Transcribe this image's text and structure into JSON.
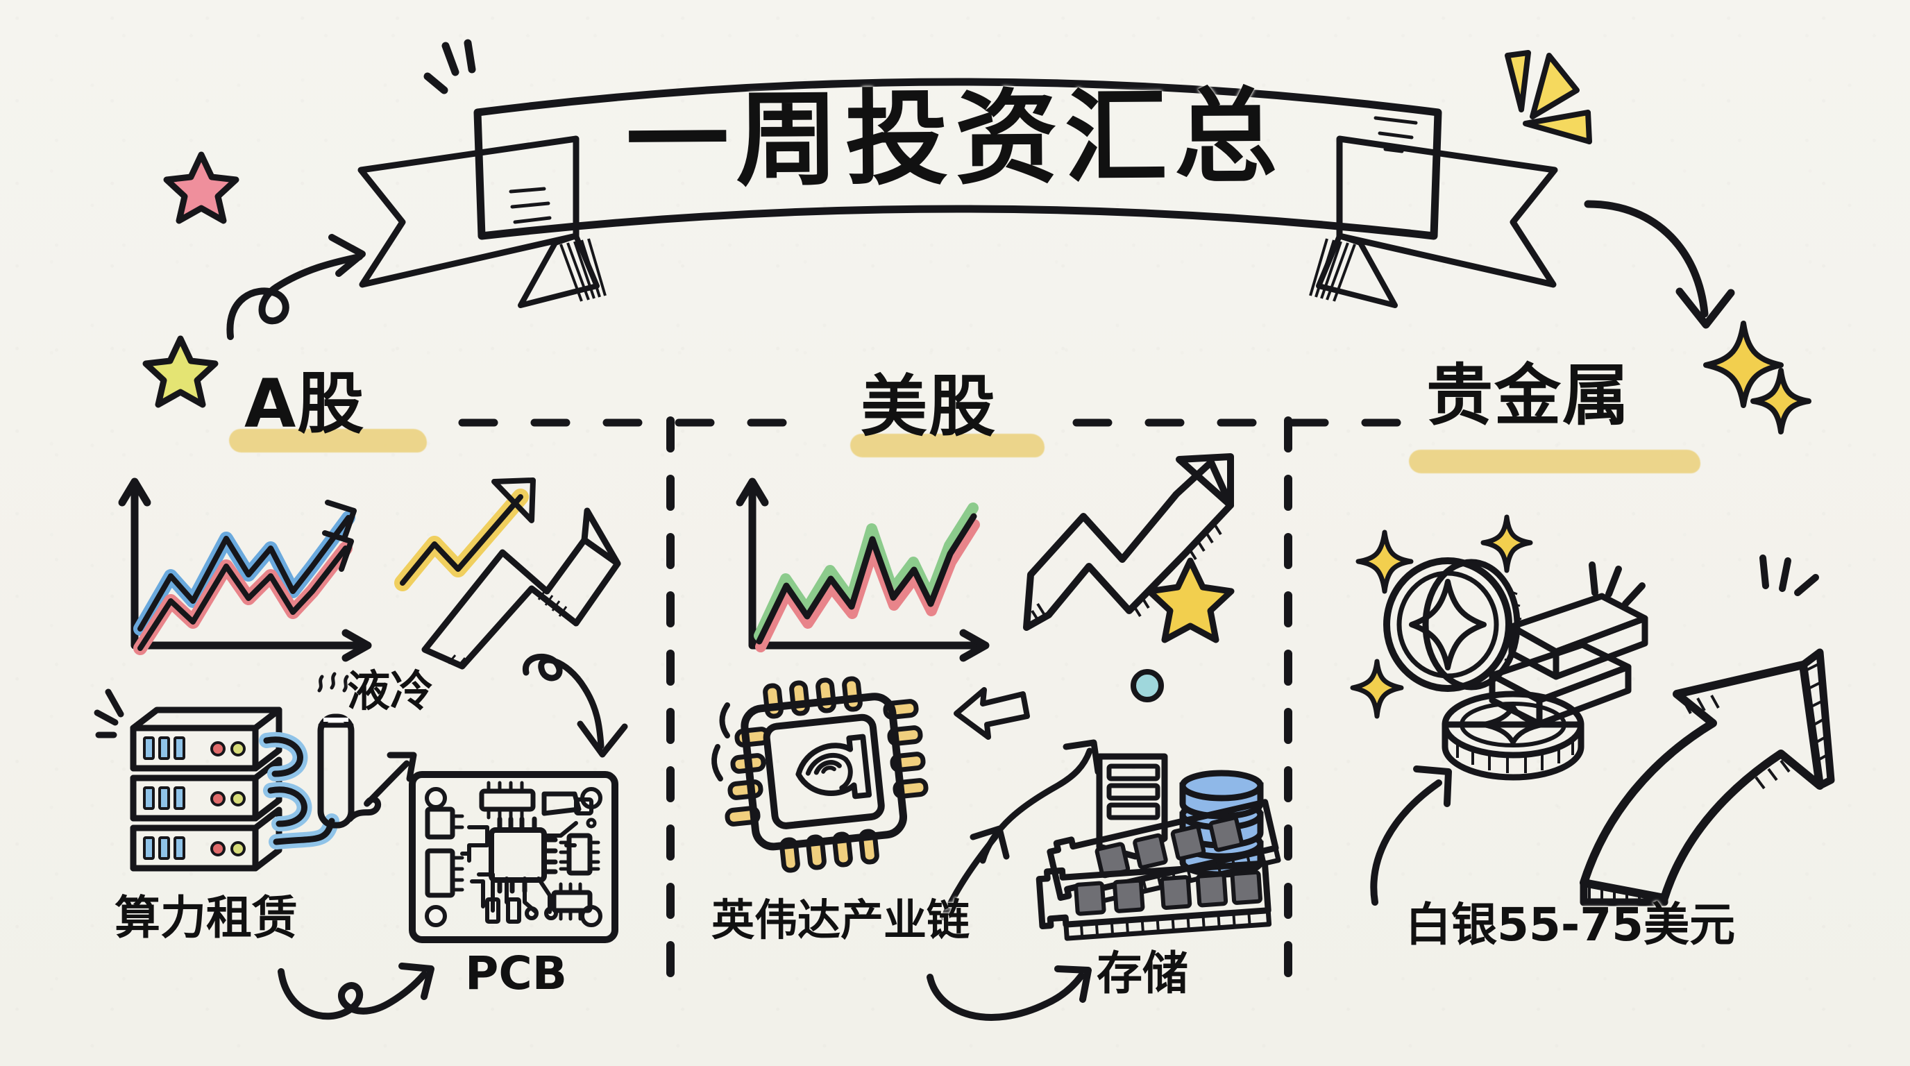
{
  "page": {
    "background_color": "#f4f3ee",
    "ink_color": "#16161a",
    "highlight_color": "#ecd27e"
  },
  "banner": {
    "title": "一周投资汇总",
    "ribbon_icon": "ribbon-banner-icon"
  },
  "sections": [
    {
      "id": "a-shares",
      "heading": "A股",
      "accent_colors": [
        "#6aa9dd",
        "#e8848a",
        "#f0cf5e"
      ],
      "captions": [
        {
          "id": "liquid-cooling",
          "text": "液冷"
        },
        {
          "id": "compute-leasing",
          "text": "算力租赁"
        },
        {
          "id": "pcb",
          "text": "PCB"
        }
      ],
      "illustrations": [
        "line-chart-blue-red-icon",
        "yellow-zigzag-arrow-icon",
        "red-3d-arrow-icon",
        "server-rack-icon",
        "coolant-tube-icon",
        "pcb-board-icon"
      ]
    },
    {
      "id": "us-stocks",
      "heading": "美股",
      "accent_colors": [
        "#8ccb8c",
        "#e8848a",
        "#7fb3e0"
      ],
      "captions": [
        {
          "id": "nvidia-supply-chain",
          "text": "英伟达产业链"
        },
        {
          "id": "storage",
          "text": "存储"
        }
      ],
      "illustrations": [
        "line-chart-green-red-icon",
        "blue-3d-zigzag-arrow-icon",
        "yellow-star-icon",
        "nvidia-gpu-chip-icon",
        "ram-modules-icon",
        "ssd-drive-icon",
        "database-stack-icon"
      ]
    },
    {
      "id": "precious-metals",
      "heading": "贵金属",
      "accent_colors": [
        "#f0cf5e",
        "#c9c9cd"
      ],
      "captions": [
        {
          "id": "silver-price",
          "text": "白银55-75美元"
        }
      ],
      "illustrations": [
        "gold-coin-icon",
        "gold-bars-icon",
        "silver-coin-icon",
        "sparkle-icon",
        "silver-3d-arrow-icon"
      ]
    }
  ],
  "decorations": [
    {
      "id": "pink-star",
      "color": "#ef8f9c"
    },
    {
      "id": "yellow-green-star",
      "color": "#e4e473"
    },
    {
      "id": "yellow-star",
      "color": "#f2cf4e"
    },
    {
      "id": "burst-triangles",
      "color": "#f5d95e"
    },
    {
      "id": "curly-arrow-left",
      "color": "#16161a"
    },
    {
      "id": "curved-arrow-right",
      "color": "#16161a"
    },
    {
      "id": "sparkle-large",
      "color": "#f2cf4e"
    },
    {
      "id": "sparkle-small",
      "color": "#f2cf4e"
    }
  ],
  "chart_data": [
    {
      "type": "line",
      "id": "a-shares-chart",
      "title": "A股",
      "xlabel": "",
      "ylabel": "",
      "grid": false,
      "legend": "none",
      "series": [
        {
          "name": "blue-line",
          "color": "#6aa9dd",
          "x": [
            0,
            1,
            2,
            3,
            4,
            5,
            6,
            7,
            8
          ],
          "y": [
            12,
            46,
            28,
            78,
            54,
            72,
            36,
            60,
            95
          ]
        },
        {
          "name": "red-line",
          "color": "#e8848a",
          "x": [
            0,
            1,
            2,
            3,
            4,
            5,
            6,
            7,
            8
          ],
          "y": [
            4,
            34,
            16,
            62,
            40,
            58,
            22,
            46,
            82
          ]
        }
      ],
      "xlim": [
        0,
        9
      ],
      "ylim": [
        0,
        100
      ]
    },
    {
      "type": "line",
      "id": "us-stocks-chart",
      "title": "美股",
      "xlabel": "",
      "ylabel": "",
      "grid": false,
      "legend": "none",
      "series": [
        {
          "name": "green-line",
          "color": "#8ccb8c",
          "x": [
            0,
            1,
            2,
            3,
            4,
            5,
            6,
            7,
            8,
            9,
            10
          ],
          "y": [
            8,
            46,
            22,
            52,
            30,
            86,
            38,
            56,
            30,
            62,
            98
          ]
        },
        {
          "name": "red-line",
          "color": "#e8848a",
          "x": [
            0,
            1,
            2,
            3,
            4,
            5,
            6,
            7,
            8,
            9,
            10
          ],
          "y": [
            2,
            36,
            12,
            42,
            20,
            74,
            26,
            44,
            18,
            52,
            90
          ]
        }
      ],
      "xlim": [
        0,
        11
      ],
      "ylim": [
        0,
        100
      ]
    }
  ]
}
